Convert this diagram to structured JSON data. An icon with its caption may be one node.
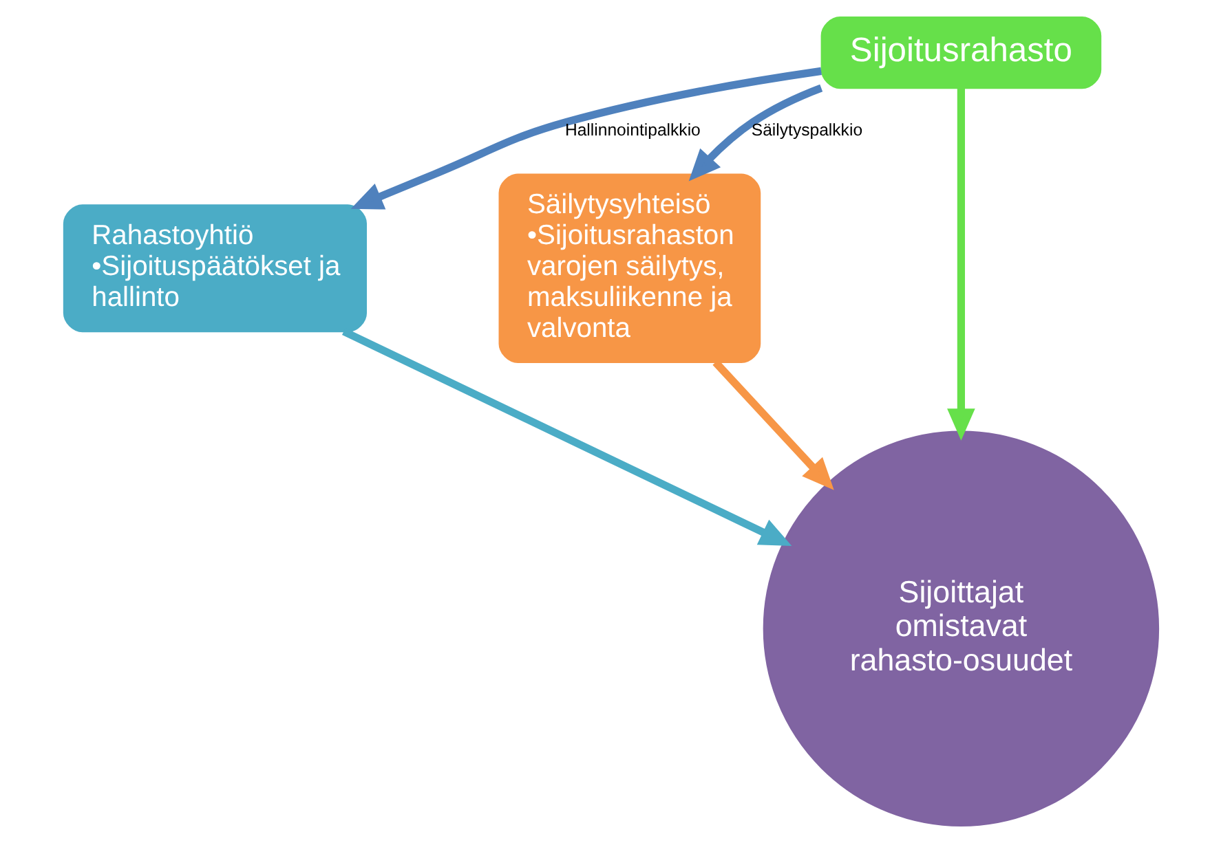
{
  "diagram": {
    "nodes": [
      {
        "text": [
          "Sijoitusrahasto"
        ]
      },
      {
        "text": [
          "Rahastoyhtiö",
          "•Sijoituspäätökset ja hallinto"
        ]
      },
      {
        "text": [
          "Säilytysyhteisö",
          "•Sijoitusrahaston varojen säilytys, maksuliikenne ja valvonta"
        ]
      },
      {
        "text": [
          "Sijoittajat omistavat rahasto-osuudet"
        ]
      }
    ],
    "edges": [
      {
        "from": 0,
        "to": 1,
        "arrow": "to",
        "label": "Hallinnointipalkkio",
        "color": "#4f81bd"
      },
      {
        "from": 0,
        "to": 2,
        "arrow": "to",
        "label": "Säilytyspalkkio",
        "color": "#4f81bd"
      },
      {
        "from": 0,
        "to": 3,
        "arrow": "to",
        "color": "#66e04a"
      },
      {
        "from": 1,
        "to": 3,
        "arrow": "to",
        "color": "#4bacc6"
      },
      {
        "from": 2,
        "to": 3,
        "arrow": "to",
        "color": "#f79646"
      }
    ]
  }
}
